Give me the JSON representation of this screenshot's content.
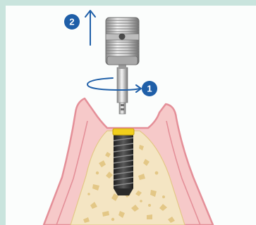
{
  "diagram": {
    "steps": [
      {
        "number": "1",
        "meaning": "rotate"
      },
      {
        "number": "2",
        "meaning": "lift"
      }
    ]
  },
  "colors": {
    "background": "#c9e4dd",
    "panel": "#fbfdfc",
    "badge": "#1f5fa8",
    "badge_text": "#ffffff",
    "arrow": "#1f5fa8",
    "gum": "#f6c9c9",
    "gum_outline": "#e48f98",
    "bone": "#f4e5c3",
    "bone_texture": "#e3c786",
    "implant": "#3b3b3b",
    "implant_top": "#f1cf1c",
    "metal_light": "#e6e6e6",
    "metal_dark": "#7d7d7d"
  },
  "icons": {
    "step_1": "rotation-arrow-icon",
    "step_2": "up-arrow-icon"
  }
}
